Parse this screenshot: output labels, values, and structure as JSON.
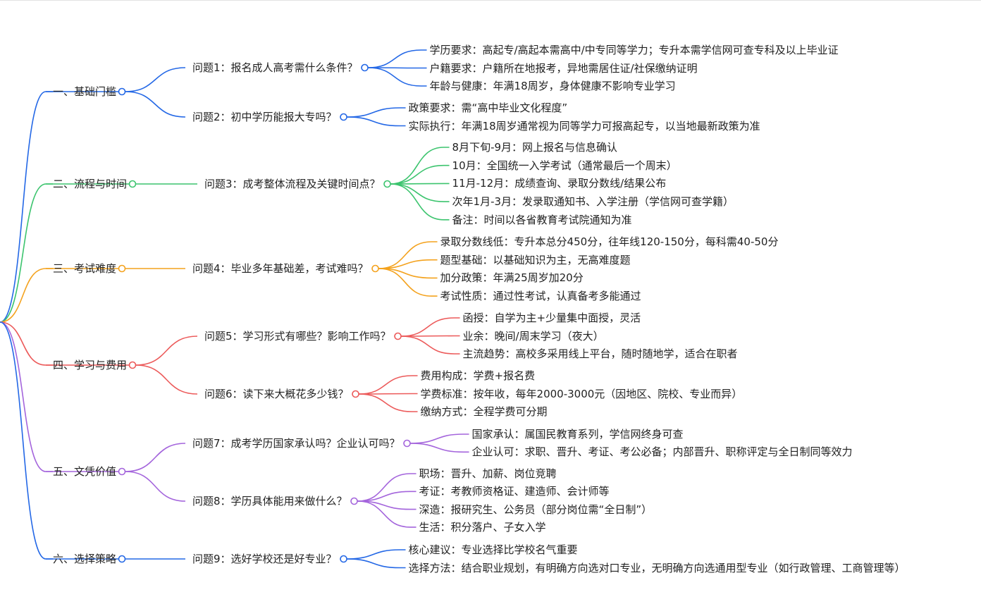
{
  "colors": {
    "c1": "#2468e6",
    "c2": "#3cc46e",
    "c3": "#f4a21d",
    "c4": "#ec5a5a",
    "c5": "#a465dc",
    "c6": "#2468e6"
  },
  "branches": [
    {
      "color_key": "c1",
      "label": "一、基础门槛",
      "questions": [
        {
          "label": "问题1：报名成人高考需什么条件？",
          "answers": [
            "学历要求：高起专/高起本需高中/中专同等学力；专升本需学信网可查专科及以上毕业证",
            "户籍要求：户籍所在地报考，异地需居住证/社保缴纳证明",
            "年龄与健康：年满18周岁，身体健康不影响专业学习"
          ]
        },
        {
          "label": "问题2：初中学历能报大专吗？",
          "answers": [
            "政策要求：需“高中毕业文化程度”",
            "实际执行：年满18周岁通常视为同等学力可报高起专，以当地最新政策为准"
          ]
        }
      ]
    },
    {
      "color_key": "c2",
      "label": "二、流程与时间",
      "questions": [
        {
          "label": "问题3：成考整体流程及关键时间点？",
          "answers": [
            "8月下旬-9月：网上报名与信息确认",
            "10月：全国统一入学考试（通常最后一个周末）",
            "11月-12月：成绩查询、录取分数线/结果公布",
            "次年1月-3月：发录取通知书、入学注册（学信网可查学籍）",
            "备注：时间以各省教育考试院通知为准"
          ]
        }
      ]
    },
    {
      "color_key": "c3",
      "label": "三、考试难度",
      "questions": [
        {
          "label": "问题4：毕业多年基础差，考试难吗？",
          "answers": [
            "录取分数线低：专升本总分450分，往年线120-150分，每科需40-50分",
            "题型基础：以基础知识为主，无高难度题",
            "加分政策：年满25周岁加20分",
            "考试性质：通过性考试，认真备考多能通过"
          ]
        }
      ]
    },
    {
      "color_key": "c4",
      "label": "四、学习与费用",
      "questions": [
        {
          "label": "问题5：学习形式有哪些？影响工作吗？",
          "answers": [
            "函授：自学为主+少量集中面授，灵活",
            "业余：晚间/周末学习（夜大）",
            "主流趋势：高校多采用线上平台，随时随地学，适合在职者"
          ]
        },
        {
          "label": "问题6：读下来大概花多少钱？",
          "answers": [
            "费用构成：学费+报名费",
            "学费标准：按年收，每年2000-3000元（因地区、院校、专业而异）",
            "缴纳方式：全程学费可分期"
          ]
        }
      ]
    },
    {
      "color_key": "c5",
      "label": "五、文凭价值",
      "questions": [
        {
          "label": "问题7：成考学历国家承认吗？企业认可吗？",
          "answers": [
            "国家承认：属国民教育系列，学信网终身可查",
            "企业认可：求职、晋升、考证、考公必备；内部晋升、职称评定与全日制同等效力"
          ]
        },
        {
          "label": "问题8：学历具体能用来做什么？",
          "answers": [
            "职场：晋升、加薪、岗位竞聘",
            "考证：考教师资格证、建造师、会计师等",
            "深造：报研究生、公务员（部分岗位需“全日制”）",
            "生活：积分落户、子女入学"
          ]
        }
      ]
    },
    {
      "color_key": "c6",
      "label": "六、选择策略",
      "questions": [
        {
          "label": "问题9：选好学校还是好专业？",
          "answers": [
            "核心建议：专业选择比学校名气重要",
            "选择方法：结合职业规划，有明确方向选对口专业，无明确方向选通用型专业（如行政管理、工商管理等）"
          ]
        }
      ]
    }
  ]
}
